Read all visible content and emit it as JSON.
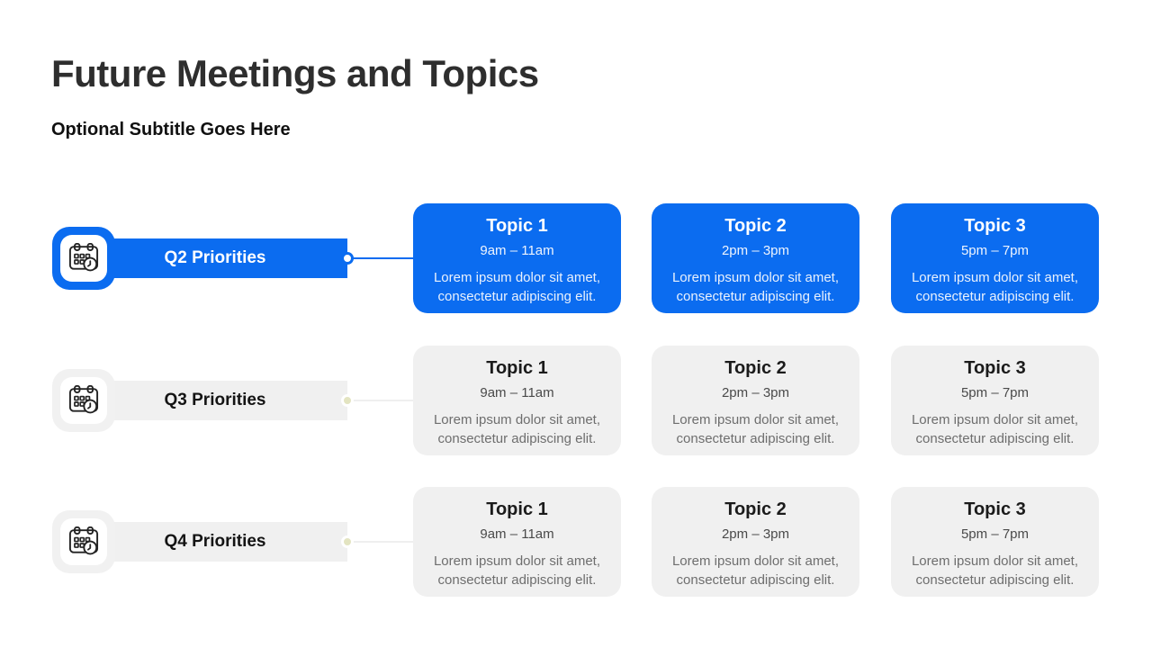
{
  "slide": {
    "title": "Future Meetings and Topics",
    "subtitle": "Optional Subtitle Goes Here"
  },
  "colors": {
    "accent_blue": "#0B6CF0",
    "card_gray": "#F0F0F0",
    "icon_tile_gray": "#F1F1F1",
    "inactive_dot": "#E3E4C1"
  },
  "rows": [
    {
      "label": "Q2 Priorities",
      "highlighted": true,
      "icon": "calendar-clock-icon",
      "topics": [
        {
          "title": "Topic 1",
          "time": "9am – 11am",
          "description": "Lorem ipsum dolor sit amet, consectetur adipiscing elit."
        },
        {
          "title": "Topic 2",
          "time": "2pm – 3pm",
          "description": "Lorem ipsum dolor sit amet, consectetur adipiscing elit."
        },
        {
          "title": "Topic 3",
          "time": "5pm – 7pm",
          "description": "Lorem ipsum dolor sit amet, consectetur adipiscing elit."
        }
      ]
    },
    {
      "label": "Q3 Priorities",
      "highlighted": false,
      "icon": "calendar-clock-icon",
      "topics": [
        {
          "title": "Topic 1",
          "time": "9am – 11am",
          "description": "Lorem ipsum dolor sit amet, consectetur adipiscing elit."
        },
        {
          "title": "Topic 2",
          "time": "2pm – 3pm",
          "description": "Lorem ipsum dolor sit amet, consectetur adipiscing elit."
        },
        {
          "title": "Topic 3",
          "time": "5pm – 7pm",
          "description": "Lorem ipsum dolor sit amet, consectetur adipiscing elit."
        }
      ]
    },
    {
      "label": "Q4 Priorities",
      "highlighted": false,
      "icon": "calendar-clock-icon",
      "topics": [
        {
          "title": "Topic 1",
          "time": "9am – 11am",
          "description": "Lorem ipsum dolor sit amet, consectetur adipiscing elit."
        },
        {
          "title": "Topic 2",
          "time": "2pm – 3pm",
          "description": "Lorem ipsum dolor sit amet, consectetur adipiscing elit."
        },
        {
          "title": "Topic 3",
          "time": "5pm – 7pm",
          "description": "Lorem ipsum dolor sit amet, consectetur adipiscing elit."
        }
      ]
    }
  ]
}
